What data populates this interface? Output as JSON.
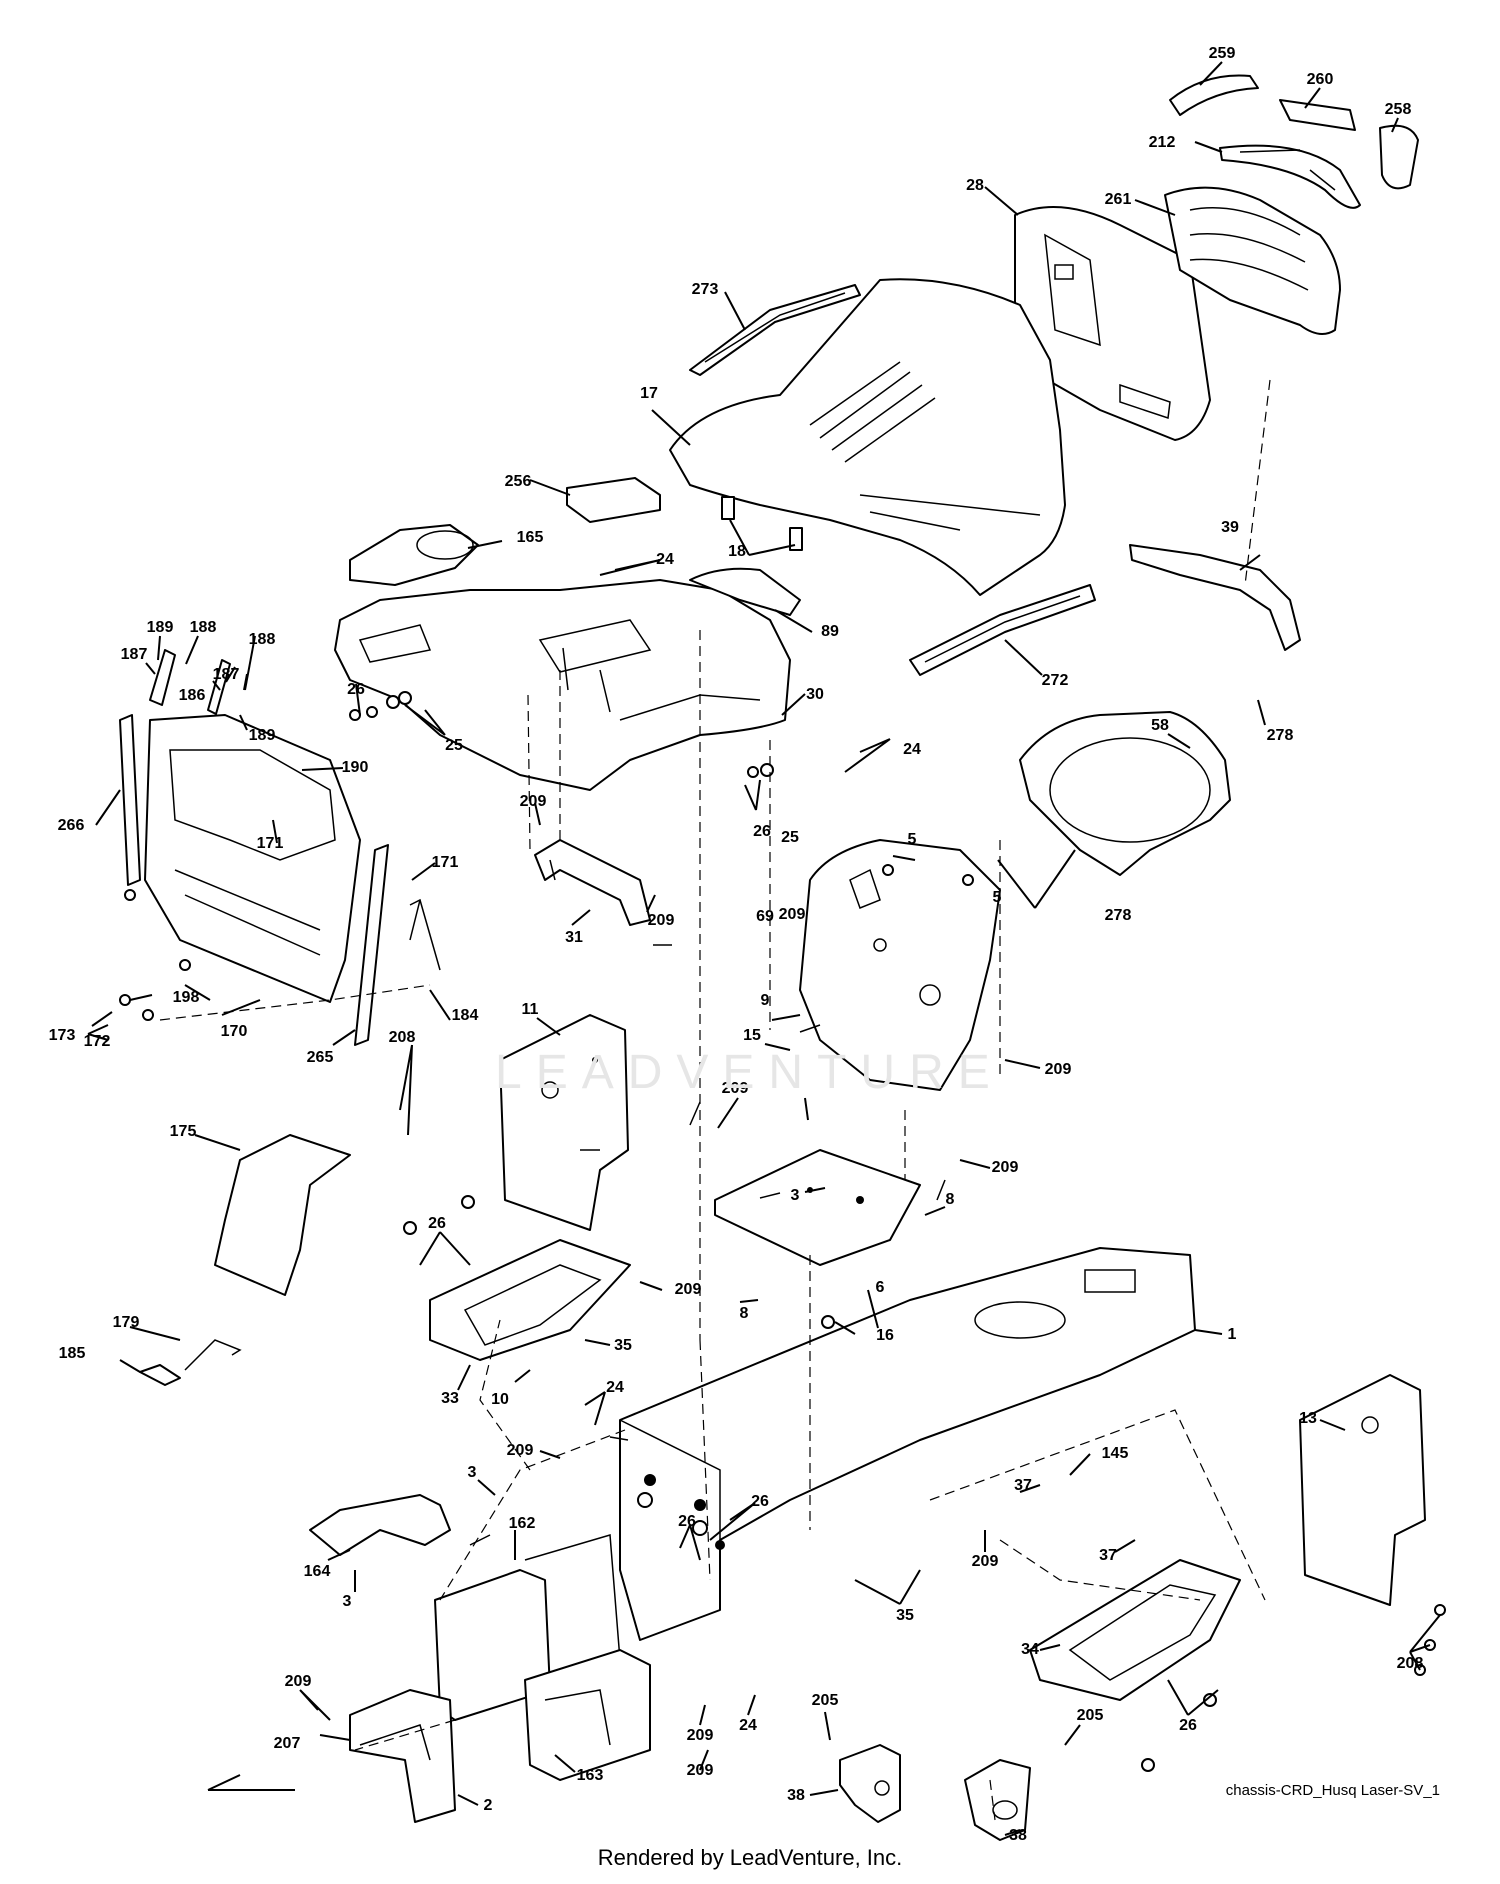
{
  "watermark": "LEADVENTURE",
  "diagram_id": "chassis-CRD_Husq Laser-SV_1",
  "footer": "Rendered by LeadVenture, Inc.",
  "callouts": [
    {
      "id": "c259",
      "label": "259"
    },
    {
      "id": "c260",
      "label": "260"
    },
    {
      "id": "c258",
      "label": "258"
    },
    {
      "id": "c212",
      "label": "212"
    },
    {
      "id": "c28",
      "label": "28"
    },
    {
      "id": "c261",
      "label": "261"
    },
    {
      "id": "c273",
      "label": "273"
    },
    {
      "id": "c17",
      "label": "17"
    },
    {
      "id": "c256",
      "label": "256"
    },
    {
      "id": "c165",
      "label": "165"
    },
    {
      "id": "c18",
      "label": "18"
    },
    {
      "id": "c24a",
      "label": "24"
    },
    {
      "id": "c89",
      "label": "89"
    },
    {
      "id": "c272",
      "label": "272"
    },
    {
      "id": "c39",
      "label": "39"
    },
    {
      "id": "c278a",
      "label": "278"
    },
    {
      "id": "c189a",
      "label": "189"
    },
    {
      "id": "c188a",
      "label": "188"
    },
    {
      "id": "c187a",
      "label": "187"
    },
    {
      "id": "c186",
      "label": "186"
    },
    {
      "id": "c187b",
      "label": "187"
    },
    {
      "id": "c188b",
      "label": "188"
    },
    {
      "id": "c189b",
      "label": "189"
    },
    {
      "id": "c26a",
      "label": "26"
    },
    {
      "id": "c25a",
      "label": "25"
    },
    {
      "id": "c30",
      "label": "30"
    },
    {
      "id": "c24b",
      "label": "24"
    },
    {
      "id": "c58",
      "label": "58"
    },
    {
      "id": "c190",
      "label": "190"
    },
    {
      "id": "c266",
      "label": "266"
    },
    {
      "id": "c171a",
      "label": "171"
    },
    {
      "id": "c171b",
      "label": "171"
    },
    {
      "id": "c209a",
      "label": "209"
    },
    {
      "id": "c26b",
      "label": "26"
    },
    {
      "id": "c25b",
      "label": "25"
    },
    {
      "id": "c5a",
      "label": "5"
    },
    {
      "id": "c5b",
      "label": "5"
    },
    {
      "id": "c278b",
      "label": "278"
    },
    {
      "id": "c31",
      "label": "31"
    },
    {
      "id": "c209b",
      "label": "209"
    },
    {
      "id": "c69",
      "label": "69"
    },
    {
      "id": "c209c",
      "label": "209"
    },
    {
      "id": "c198",
      "label": "198"
    },
    {
      "id": "c172",
      "label": "172"
    },
    {
      "id": "c173",
      "label": "173"
    },
    {
      "id": "c170",
      "label": "170"
    },
    {
      "id": "c184",
      "label": "184"
    },
    {
      "id": "c265",
      "label": "265"
    },
    {
      "id": "c9",
      "label": "9"
    },
    {
      "id": "c11",
      "label": "11"
    },
    {
      "id": "c15",
      "label": "15"
    },
    {
      "id": "c209d",
      "label": "209"
    },
    {
      "id": "c208a",
      "label": "208"
    },
    {
      "id": "c209e",
      "label": "209"
    },
    {
      "id": "c175",
      "label": "175"
    },
    {
      "id": "c209f",
      "label": "209"
    },
    {
      "id": "c3a",
      "label": "3"
    },
    {
      "id": "c8a",
      "label": "8"
    },
    {
      "id": "c26c",
      "label": "26"
    },
    {
      "id": "c209g",
      "label": "209"
    },
    {
      "id": "c6",
      "label": "6"
    },
    {
      "id": "c8b",
      "label": "8"
    },
    {
      "id": "c179",
      "label": "179"
    },
    {
      "id": "c16",
      "label": "16"
    },
    {
      "id": "c1",
      "label": "1"
    },
    {
      "id": "c185",
      "label": "185"
    },
    {
      "id": "c35a",
      "label": "35"
    },
    {
      "id": "c33",
      "label": "33"
    },
    {
      "id": "c10",
      "label": "10"
    },
    {
      "id": "c24c",
      "label": "24"
    },
    {
      "id": "c13",
      "label": "13"
    },
    {
      "id": "c145",
      "label": "145"
    },
    {
      "id": "c209h",
      "label": "209"
    },
    {
      "id": "c37a",
      "label": "37"
    },
    {
      "id": "c3b",
      "label": "3"
    },
    {
      "id": "c162",
      "label": "162"
    },
    {
      "id": "c26d",
      "label": "26"
    },
    {
      "id": "c26e",
      "label": "26"
    },
    {
      "id": "c209i",
      "label": "209"
    },
    {
      "id": "c37b",
      "label": "37"
    },
    {
      "id": "c164",
      "label": "164"
    },
    {
      "id": "c3c",
      "label": "3"
    },
    {
      "id": "c35b",
      "label": "35"
    },
    {
      "id": "c34",
      "label": "34"
    },
    {
      "id": "c208b",
      "label": "208"
    },
    {
      "id": "c209j",
      "label": "209"
    },
    {
      "id": "c209k",
      "label": "209"
    },
    {
      "id": "c24d",
      "label": "24"
    },
    {
      "id": "c207",
      "label": "207"
    },
    {
      "id": "c163",
      "label": "163"
    },
    {
      "id": "c205a",
      "label": "205"
    },
    {
      "id": "c26f",
      "label": "26"
    },
    {
      "id": "c209l",
      "label": "209"
    },
    {
      "id": "c205b",
      "label": "205"
    },
    {
      "id": "c2",
      "label": "2"
    },
    {
      "id": "c38a",
      "label": "38"
    },
    {
      "id": "c38b",
      "label": "38"
    }
  ]
}
